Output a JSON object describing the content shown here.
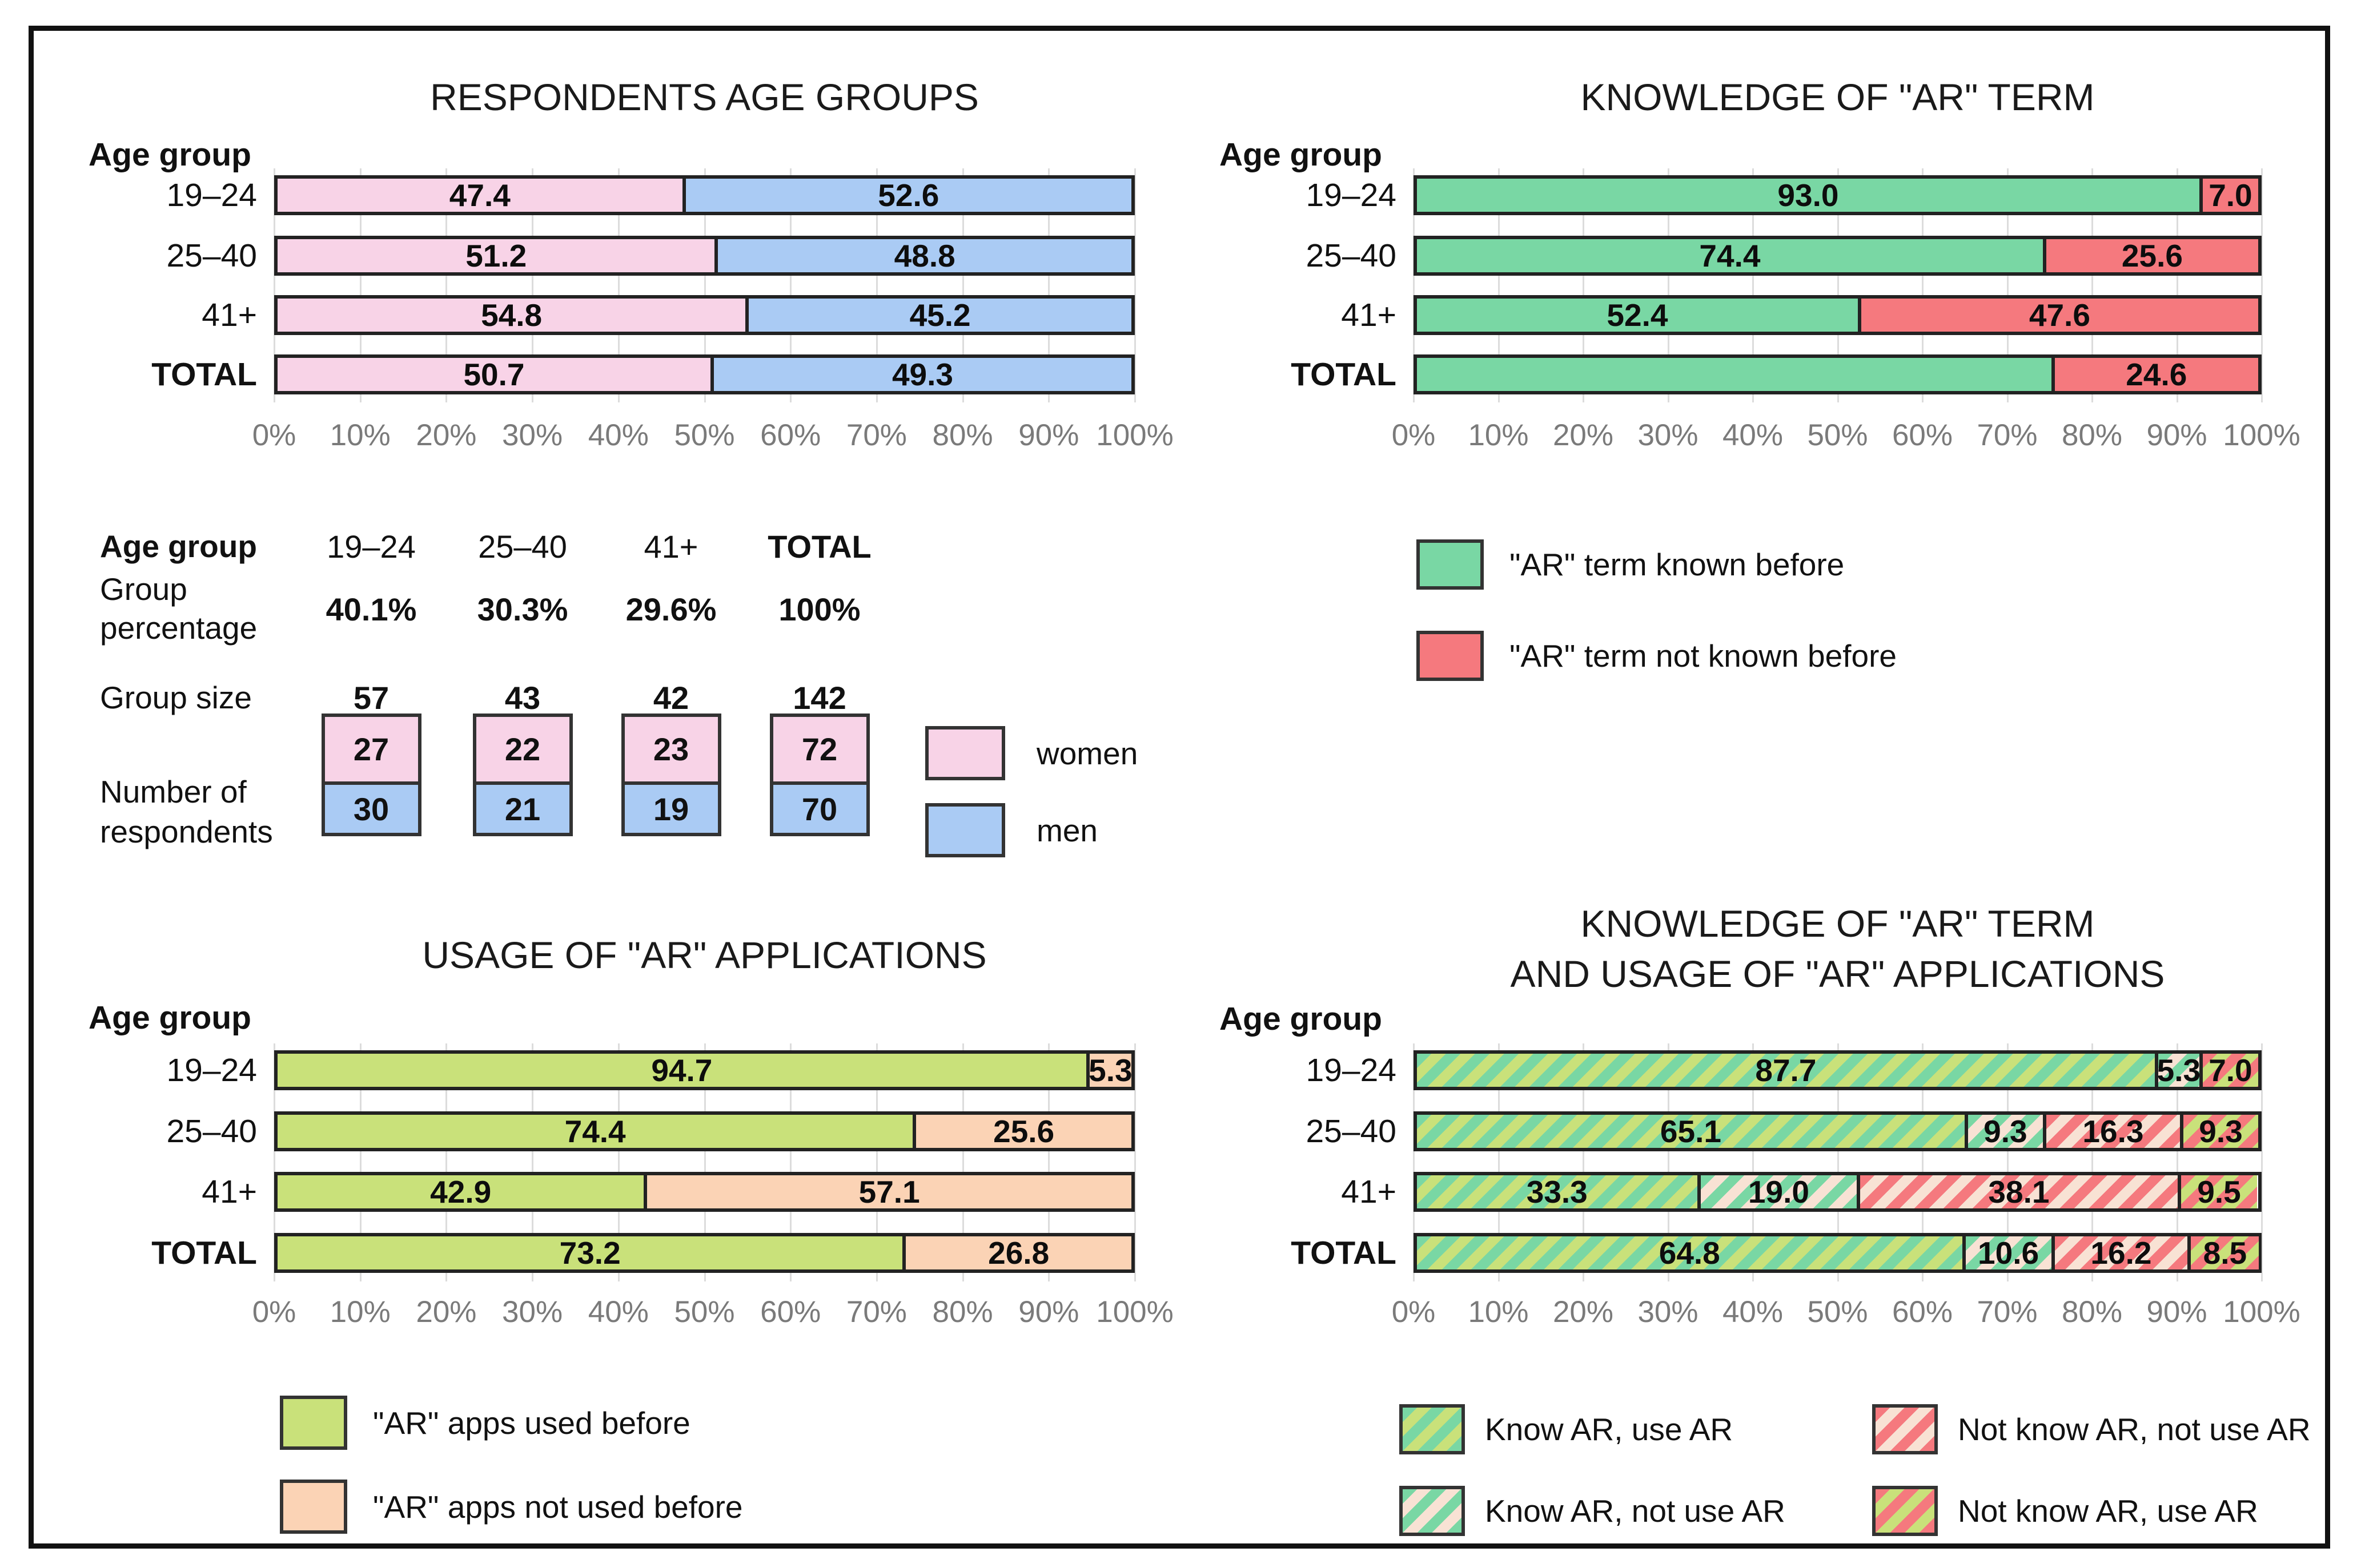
{
  "figure": {
    "age_axis_label": "Age group",
    "x_ticks": [
      "0%",
      "10%",
      "20%",
      "30%",
      "40%",
      "50%",
      "60%",
      "70%",
      "80%",
      "90%",
      "100%"
    ]
  },
  "colors": {
    "women": "#F8D3E7",
    "men": "#AACBF4",
    "term_known": "#79D7A4",
    "term_not_known": "#F5797E",
    "apps_used": "#C9E17A",
    "apps_not_used": "#FBD3B5",
    "hatch_cream": "#F8E2D4",
    "grid": "#DCDCDC",
    "bar_border": "#222222",
    "tick_text": "#7A7A7A",
    "frame": "#111111"
  },
  "chart_data": [
    {
      "id": "age_groups",
      "type": "bar",
      "stacked": true,
      "orientation": "horizontal",
      "title": "RESPONDENTS AGE GROUPS",
      "axis_label": "Age group",
      "categories": [
        "19–24",
        "25–40",
        "41+",
        "TOTAL"
      ],
      "xlim": [
        0,
        100
      ],
      "grid": true,
      "x_ticks": [
        "0%",
        "10%",
        "20%",
        "30%",
        "40%",
        "50%",
        "60%",
        "70%",
        "80%",
        "90%",
        "100%"
      ],
      "series": [
        {
          "name": "women",
          "fill": "women",
          "values": [
            47.4,
            51.2,
            54.8,
            50.7
          ],
          "labels": [
            "47.4",
            "51.2",
            "54.8",
            "50.7"
          ]
        },
        {
          "name": "men",
          "fill": "men",
          "values": [
            52.6,
            48.8,
            45.2,
            49.3
          ],
          "labels": [
            "52.6",
            "48.8",
            "45.2",
            "49.3"
          ]
        }
      ]
    },
    {
      "id": "knowledge",
      "type": "bar",
      "stacked": true,
      "orientation": "horizontal",
      "title": "KNOWLEDGE OF \"AR\" TERM",
      "axis_label": "Age group",
      "categories": [
        "19–24",
        "25–40",
        "41+",
        "TOTAL"
      ],
      "xlim": [
        0,
        100
      ],
      "grid": true,
      "x_ticks": [
        "0%",
        "10%",
        "20%",
        "30%",
        "40%",
        "50%",
        "60%",
        "70%",
        "80%",
        "90%",
        "100%"
      ],
      "series": [
        {
          "name": "\"AR\" term known before",
          "fill": "known",
          "values": [
            93.0,
            74.4,
            52.4,
            75.4
          ],
          "labels": [
            "93.0",
            "74.4",
            "52.4",
            ""
          ]
        },
        {
          "name": "\"AR\" term not known before",
          "fill": "notknown",
          "values": [
            7.0,
            25.6,
            47.6,
            24.6
          ],
          "labels": [
            "7.0",
            "25.6",
            "47.6",
            "24.6"
          ]
        }
      ],
      "legend_position": "below-left"
    },
    {
      "id": "demographics",
      "type": "table",
      "row_labels": {
        "age": "Age group",
        "percentage_line1": "Group",
        "percentage_line2": "percentage",
        "size": "Group size",
        "respondents_line1": "Number of",
        "respondents_line2": "respondents"
      },
      "columns": [
        "19–24",
        "25–40",
        "41+",
        "TOTAL"
      ],
      "group_percentage": [
        "40.1%",
        "30.3%",
        "29.6%",
        "100%"
      ],
      "group_size": [
        "57",
        "43",
        "42",
        "142"
      ],
      "women": [
        "27",
        "22",
        "23",
        "72"
      ],
      "men": [
        "30",
        "21",
        "19",
        "70"
      ],
      "legend": [
        {
          "label": "women",
          "fill": "women"
        },
        {
          "label": "men",
          "fill": "men"
        }
      ]
    },
    {
      "id": "usage",
      "type": "bar",
      "stacked": true,
      "orientation": "horizontal",
      "title": "USAGE OF \"AR\" APPLICATIONS",
      "axis_label": "Age group",
      "categories": [
        "19–24",
        "25–40",
        "41+",
        "TOTAL"
      ],
      "xlim": [
        0,
        100
      ],
      "grid": true,
      "x_ticks": [
        "0%",
        "10%",
        "20%",
        "30%",
        "40%",
        "50%",
        "60%",
        "70%",
        "80%",
        "90%",
        "100%"
      ],
      "series": [
        {
          "name": "\"AR\" apps used before",
          "fill": "used",
          "values": [
            94.7,
            74.4,
            42.9,
            73.2
          ],
          "labels": [
            "94.7",
            "74.4",
            "42.9",
            "73.2"
          ]
        },
        {
          "name": "\"AR\" apps not used before",
          "fill": "notused",
          "values": [
            5.3,
            25.6,
            57.1,
            26.8
          ],
          "labels": [
            "5.3",
            "25.6",
            "57.1",
            "26.8"
          ]
        }
      ],
      "legend_position": "below-left"
    },
    {
      "id": "knowledge_usage",
      "type": "bar",
      "stacked": true,
      "orientation": "horizontal",
      "title": [
        "KNOWLEDGE OF \"AR\" TERM",
        "AND USAGE OF \"AR\" APPLICATIONS"
      ],
      "axis_label": "Age group",
      "categories": [
        "19–24",
        "25–40",
        "41+",
        "TOTAL"
      ],
      "xlim": [
        0,
        100
      ],
      "grid": true,
      "x_ticks": [
        "0%",
        "10%",
        "20%",
        "30%",
        "40%",
        "50%",
        "60%",
        "70%",
        "80%",
        "90%",
        "100%"
      ],
      "series": [
        {
          "name": "Know AR, use AR",
          "fill": "knowuse",
          "values": [
            87.7,
            65.1,
            33.3,
            64.8
          ],
          "labels": [
            "87.7",
            "65.1",
            "33.3",
            "64.8"
          ]
        },
        {
          "name": "Know AR, not use AR",
          "fill": "knownotuse",
          "values": [
            5.3,
            9.3,
            19.0,
            10.6
          ],
          "labels": [
            "5.3",
            "9.3",
            "19.0",
            "10.6"
          ]
        },
        {
          "name": "Not know AR, not use AR",
          "fill": "notknownotuse",
          "values": [
            0,
            16.3,
            38.1,
            16.2
          ],
          "labels": [
            "",
            "16.3",
            "38.1",
            "16.2"
          ]
        },
        {
          "name": "Not know AR, use AR",
          "fill": "notknowuse",
          "values": [
            7.0,
            9.3,
            9.5,
            8.5
          ],
          "labels": [
            "7.0",
            "9.3",
            "9.5",
            "8.5"
          ]
        }
      ],
      "legend_position": "below-two-columns"
    }
  ]
}
